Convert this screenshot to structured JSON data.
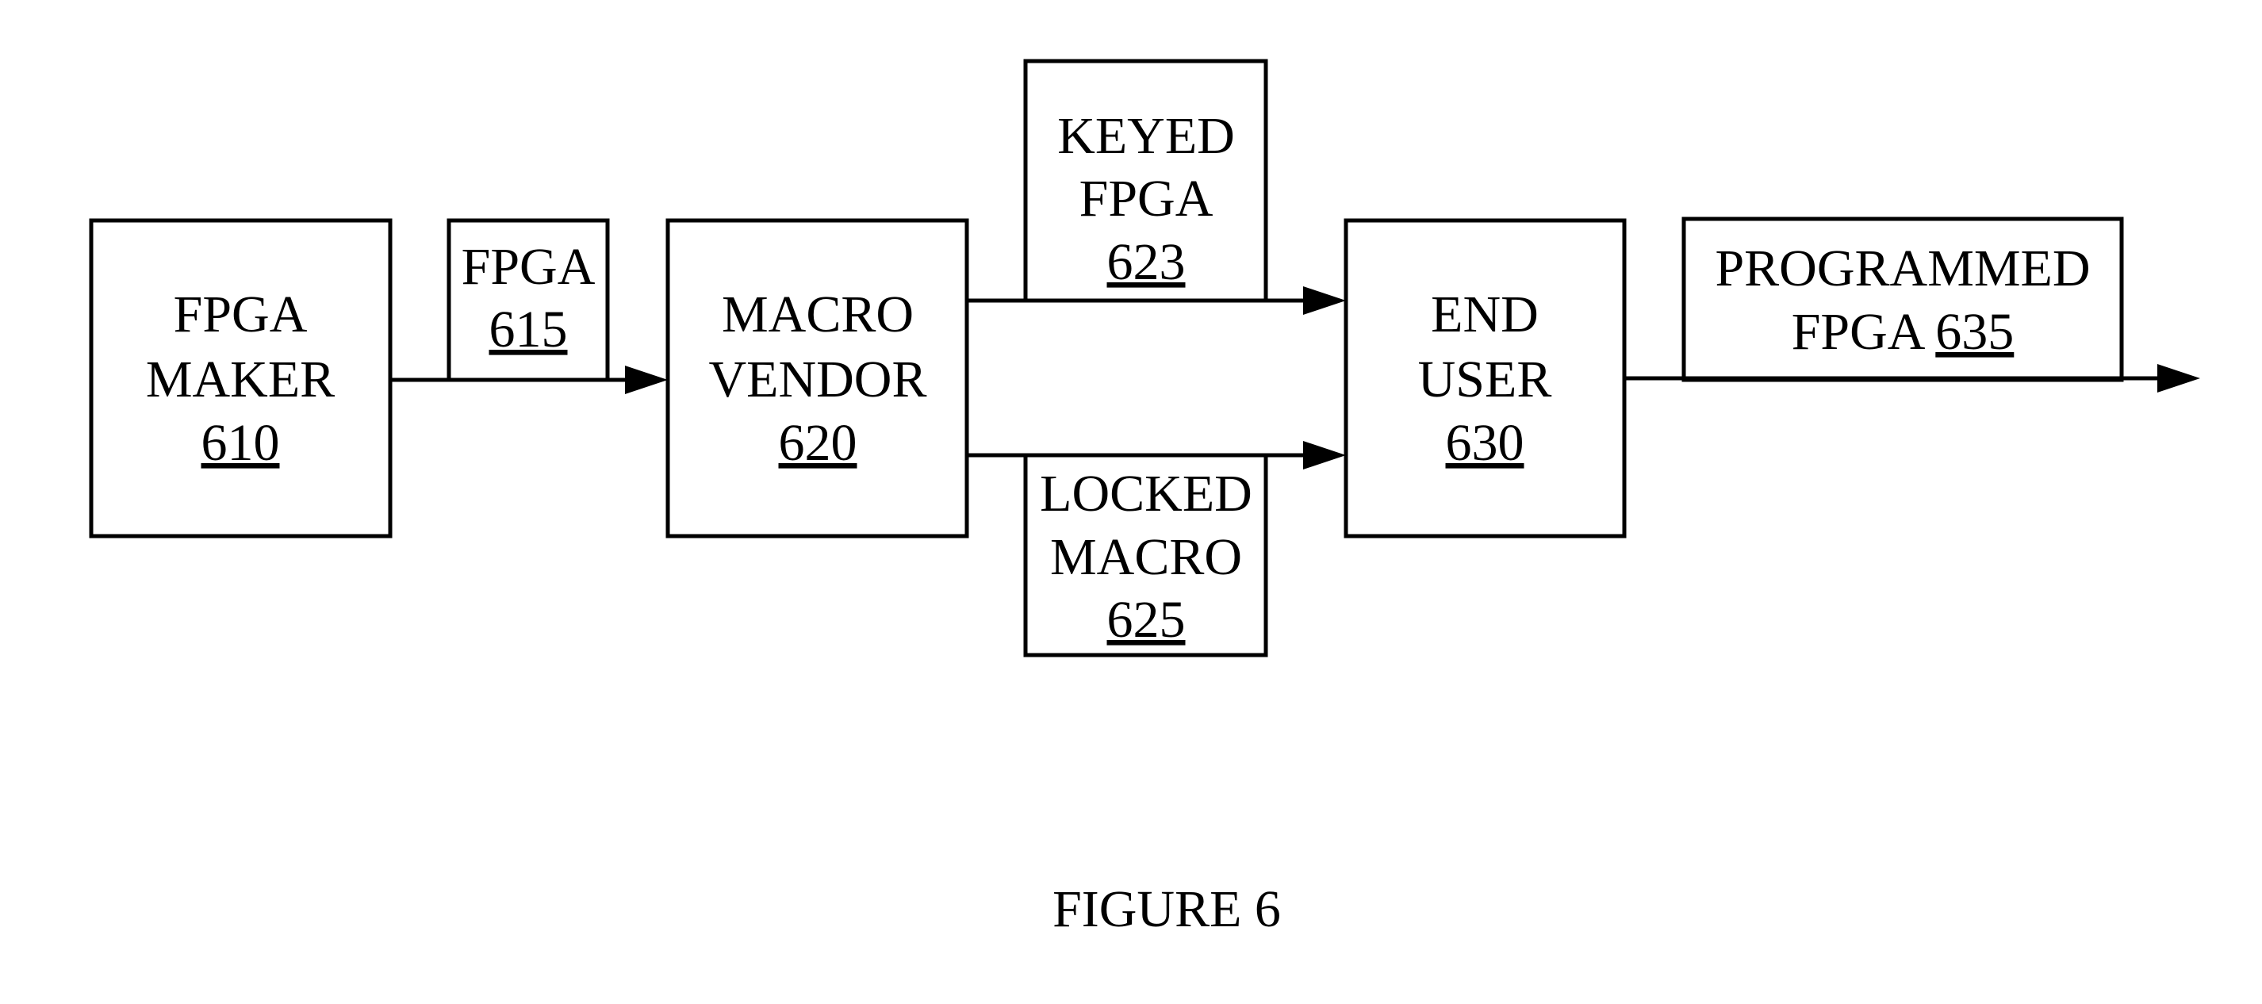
{
  "nodes": {
    "fpga_maker": {
      "line1": "FPGA",
      "line2": "MAKER",
      "ref": "610"
    },
    "fpga": {
      "line1": "FPGA",
      "ref": "615"
    },
    "macro_vendor": {
      "line1": "MACRO",
      "line2": "VENDOR",
      "ref": "620"
    },
    "keyed_fpga": {
      "line1": "KEYED",
      "line2": "FPGA",
      "ref": "623"
    },
    "locked_macro": {
      "line1": "LOCKED",
      "line2": "MACRO",
      "ref": "625"
    },
    "end_user": {
      "line1": "END",
      "line2": "USER",
      "ref": "630"
    },
    "programmed_fpga": {
      "line1": "PROGRAMMED",
      "line2": "FPGA",
      "ref": "635"
    }
  },
  "caption": "FIGURE 6"
}
